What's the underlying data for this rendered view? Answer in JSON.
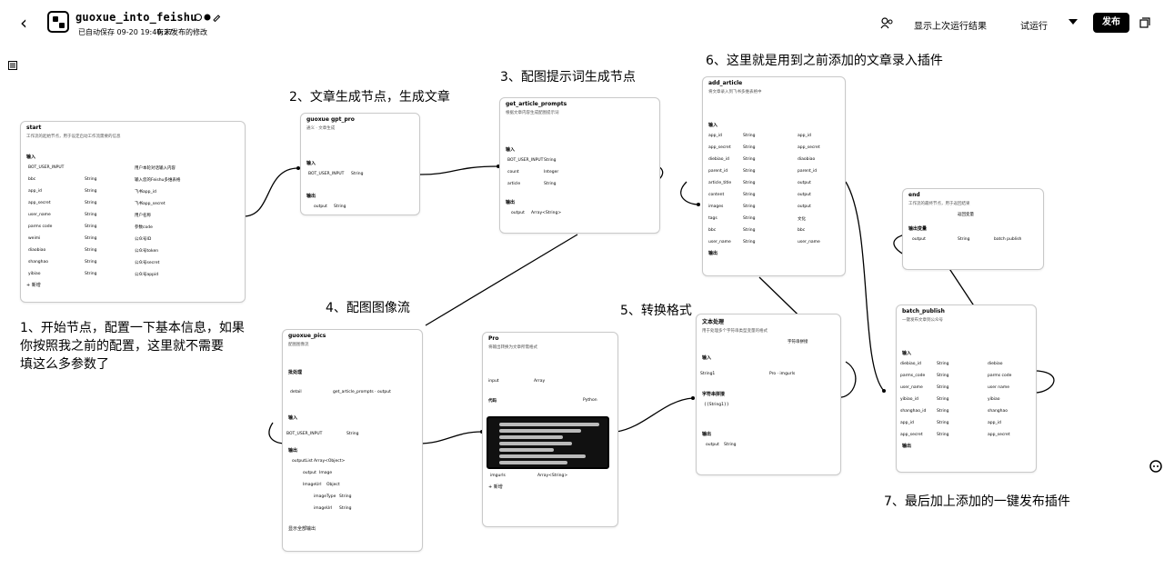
{
  "header": {
    "title": "guoxue_into_feishu",
    "saved": "已自动保存 09-20 19:40:27",
    "unpublished": "有未发布的修改",
    "show_last": "显示上次运行结果",
    "test_run": "试运行",
    "publish": "发布"
  },
  "annotations": {
    "a1_line1": "1、开始节点，配置一下基本信息，如果",
    "a1_line2": "你按照我之前的配置，这里就不需要",
    "a1_line3": "填这么多参数了",
    "a2": "2、文章生成节点，生成文章",
    "a3": "3、配图提示词生成节点",
    "a4": "4、配图图像流",
    "a5": "5、转换格式",
    "a6": "6、这里就是用到之前添加的文章录入插件",
    "a7": "7、最后加上添加的一键发布插件"
  },
  "nodes": {
    "start": {
      "title": "start",
      "desc": "工作流的起始节点，用于设定启动工作流需要的信息",
      "section": "输入",
      "rows": [
        {
          "name": "BOT_USER_INPUT",
          "type": "",
          "desc": "用户本轮对话输入内容"
        },
        {
          "name": "bbc",
          "type": "String",
          "desc": "输入您的Feishu多维表格"
        },
        {
          "name": "app_id",
          "type": "String",
          "desc": "飞书app_id"
        },
        {
          "name": "app_secret",
          "type": "String",
          "desc": "飞书app_secret"
        },
        {
          "name": "user_name",
          "type": "String",
          "desc": "用户名称"
        },
        {
          "name": "parms code",
          "type": "String",
          "desc": "参数code"
        },
        {
          "name": "weimi",
          "type": "String",
          "desc": "公众号ID"
        },
        {
          "name": "diaobiao",
          "type": "String",
          "desc": "公众号token"
        },
        {
          "name": "shanghao",
          "type": "String",
          "desc": "公众号secret"
        },
        {
          "name": "yibiao",
          "type": "String",
          "desc": "公众号appid"
        }
      ],
      "add": "+ 新增"
    },
    "gpt": {
      "title": "guoxue gpt_pro",
      "desc": "通义 · 文章生成",
      "in": "输入",
      "in_name": "BOT_USER_INPUT",
      "in_type": "String",
      "out": "输出",
      "out_name": "output",
      "out_type": "String"
    },
    "prompts": {
      "title": "get_article_prompts",
      "desc": "根据文章内容生成配图提示词",
      "section": "输入",
      "rows": [
        {
          "name": "BOT_USER_INPUT",
          "type": "String"
        },
        {
          "name": "count",
          "type": "Integer"
        },
        {
          "name": "article",
          "type": "String"
        }
      ],
      "out": "输出",
      "out_name": "output",
      "out_type": "Array<String>"
    },
    "image": {
      "title": "guoxue_pics",
      "desc": "配图图像流",
      "section": "批处理",
      "in_name": "detail",
      "in_ref": "get_article_prompts · output",
      "input2": "输入",
      "in2_name": "BOT_USER_INPUT",
      "in2_type": "String",
      "out": "输出",
      "out_name": "outputList",
      "out_type": "Array<Object>",
      "out_sub1": "output",
      "out_sub1_type": "Image",
      "out_sub2": "ImageUrl",
      "out_sub2_type": "Object",
      "out_sub3": "imageType",
      "out_sub3_type": "String",
      "out_sub4": "imageUrl",
      "out_sub4_type": "String",
      "more": "显示全部输出"
    },
    "code": {
      "title": "Pro",
      "desc": "将输出转换为文章所需格式",
      "input": "input",
      "input_type": "Array",
      "section": "代码",
      "lang": "Python",
      "out_name": "imgurls",
      "out_type": "Array<String>",
      "add": "+ 新增"
    },
    "text": {
      "title": "文本处理",
      "desc": "用于处理多个字符串类型变量的格式",
      "mode": "字符串拼接",
      "section": "输入",
      "in_name": "String1",
      "in_ref": "Pro · imgurls",
      "concat": "字符串拼接",
      "concat_val": "{{String1}}",
      "out": "输出",
      "out_name": "output",
      "out_type": "String"
    },
    "addarticle": {
      "title": "add_article",
      "desc": "将文章录入到飞书多维表格中",
      "section": "输入",
      "rows": [
        {
          "name": "app_id",
          "type": "String",
          "ref": "app_id"
        },
        {
          "name": "app_secret",
          "type": "String",
          "ref": "app_secret"
        },
        {
          "name": "diebiao_id",
          "type": "String",
          "ref": "diaobiao"
        },
        {
          "name": "parent_id",
          "type": "String",
          "ref": "parent_id"
        },
        {
          "name": "article_title",
          "type": "String",
          "ref": "output"
        },
        {
          "name": "content",
          "type": "String",
          "ref": "output"
        },
        {
          "name": "images",
          "type": "String",
          "ref": "output"
        },
        {
          "name": "tags",
          "type": "String",
          "ref": "文化"
        },
        {
          "name": "bbc",
          "type": "String",
          "ref": "bbc"
        },
        {
          "name": "user_name",
          "type": "String",
          "ref": "user_name"
        }
      ],
      "out": "输出"
    },
    "end": {
      "title": "end",
      "desc": "工作流的最终节点，用于返回结果",
      "mode": "返回变量",
      "section": "输出变量",
      "out_name": "output",
      "out_type": "String",
      "out_ref": "batch publish"
    },
    "batch": {
      "title": "batch_publish",
      "desc": "一键发布文章到公众号",
      "section": "输入",
      "rows": [
        {
          "name": "diebiao_id",
          "type": "String",
          "ref": "diebiao"
        },
        {
          "name": "parms_code",
          "type": "String",
          "ref": "parms code"
        },
        {
          "name": "user_name",
          "type": "String",
          "ref": "user name"
        },
        {
          "name": "yibiao_id",
          "type": "String",
          "ref": "yibiao"
        },
        {
          "name": "shanghao_id",
          "type": "String",
          "ref": "shanghao"
        },
        {
          "name": "app_id",
          "type": "String",
          "ref": "app_id"
        },
        {
          "name": "app_secret",
          "type": "String",
          "ref": "app_secret"
        }
      ],
      "out": "输出"
    }
  }
}
